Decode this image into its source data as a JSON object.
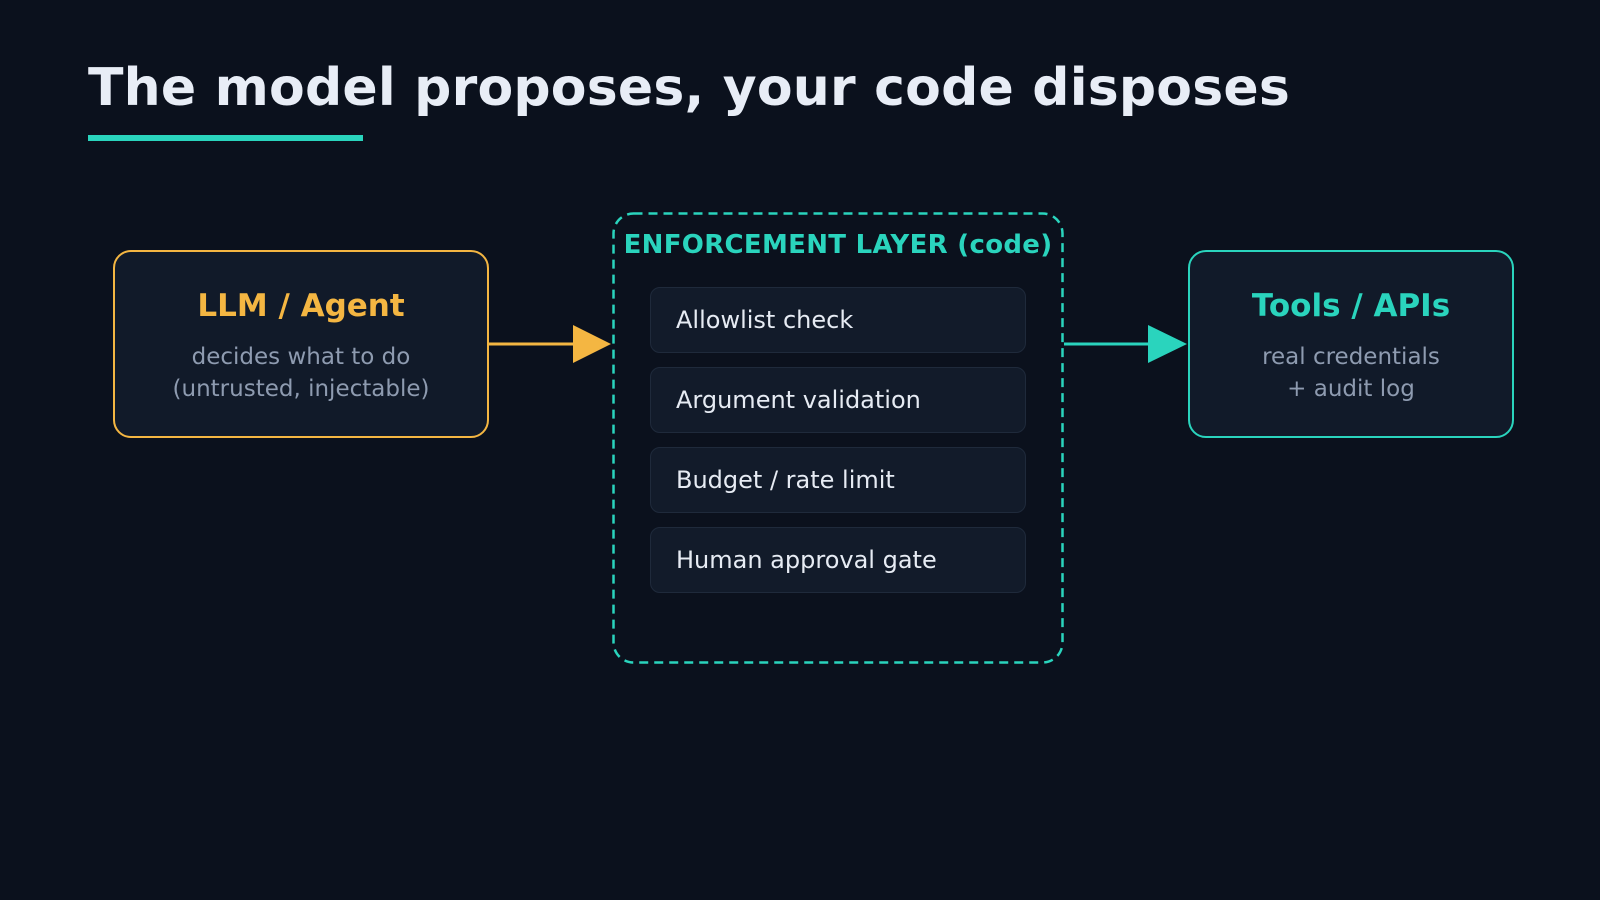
{
  "title": "The model proposes, your code disposes",
  "colors": {
    "background": "#0b111d",
    "accent_teal": "#2ad4bd",
    "accent_amber": "#f4b642",
    "panel": "#111a29",
    "text_primary": "#e8edf6",
    "text_muted": "#8e9bb0"
  },
  "llm_box": {
    "title": "LLM / Agent",
    "line1": "decides what to do",
    "line2": "(untrusted, injectable)"
  },
  "enforcement": {
    "label": "ENFORCEMENT LAYER (code)",
    "checks": [
      "Allowlist check",
      "Argument validation",
      "Budget / rate limit",
      "Human approval gate"
    ]
  },
  "tools_box": {
    "title": "Tools / APIs",
    "line1": "real credentials",
    "line2": "+ audit log"
  }
}
